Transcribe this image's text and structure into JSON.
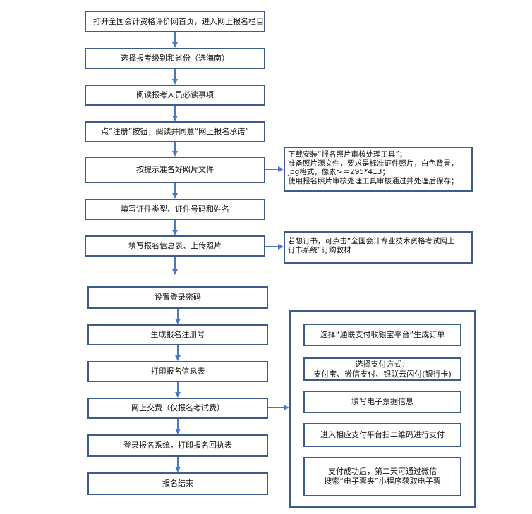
{
  "flow": {
    "steps": [
      "打开全国会计资格评价网首页，进入网上报名栏目",
      "选择报考级别和省份（选海南）",
      "阅读报考人员必读事项",
      "点“注册”按钮，阅读并同意“网上报名承诺”",
      "按提示准备好照片文件",
      "填写证件类型、证件号码和姓名",
      "填写报名信息表、上传照片",
      "设置登录密码",
      "生成报名注册号",
      "打印报名信息表",
      "网上交费（仅报名考试费）",
      "登录报名系统，打印报名回执表",
      "报名结束"
    ]
  },
  "notes": {
    "photo": {
      "lines": [
        "下载安装“报名照片审核处理工具”；",
        "准备照片源文件，要求是标准证件照片，白色背景，",
        "jpg格式，像素>＝295*413；",
        "使用报名照片审核处理工具审核通过并处理后保存；"
      ]
    },
    "book": {
      "lines": [
        "若想订书，可点击“全国会计专业技术资格考试网上",
        "订书系统”订购教材"
      ]
    }
  },
  "payment": {
    "steps": [
      {
        "lines": [
          "选择“通联支付收银宝平台”生成订单"
        ]
      },
      {
        "lines": [
          "选择支付方式：",
          "支付宝、微信支付、银联云闪付(银行卡)"
        ]
      },
      {
        "lines": [
          "填写电子票据信息"
        ]
      },
      {
        "lines": [
          "进入相应支付平台扫二维码进行支付"
        ]
      },
      {
        "lines": [
          "支付成功后，第二天可通过微信",
          "搜索“电子票夹”小程序获取电子票"
        ]
      }
    ]
  },
  "colors": {
    "border": "#3f5b8c",
    "arrow": "#4a78c8"
  }
}
